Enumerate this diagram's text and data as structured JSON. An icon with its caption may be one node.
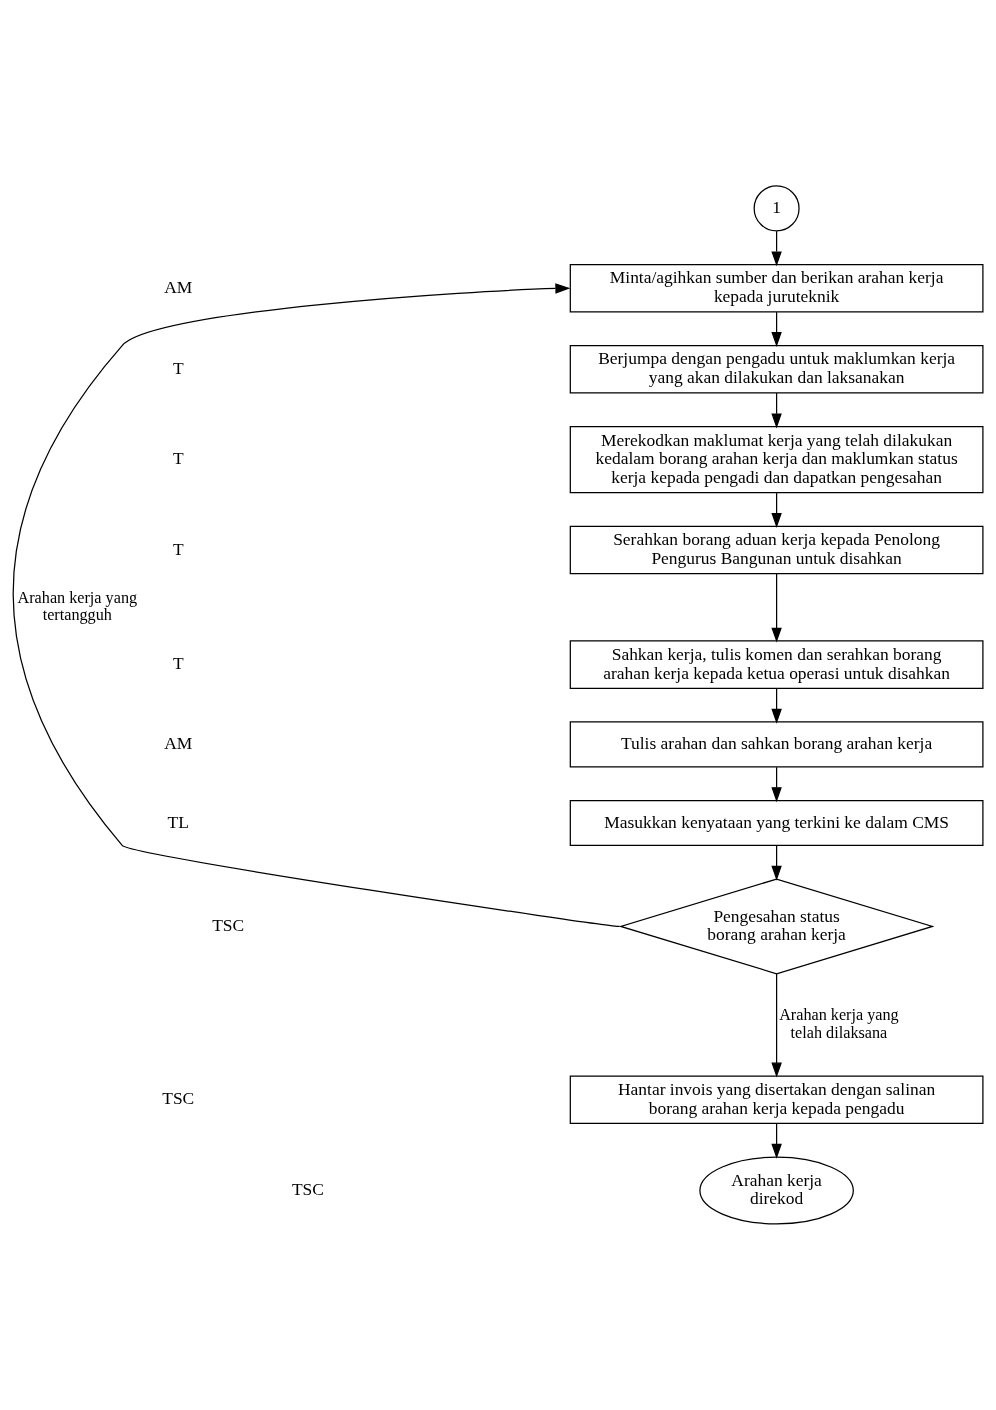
{
  "diagram": {
    "nodes": [
      {
        "text": [
          "1"
        ]
      },
      {
        "text": [
          "Minta/agihkan sumber dan berikan arahan kerja kepada juruteknik"
        ]
      },
      {
        "text": [
          "Berjumpa dengan pengadu untuk maklumkan kerja yang akan dilakukan dan laksanakan"
        ]
      },
      {
        "text": [
          "Merekodkan maklumat kerja yang telah dilakukan kedalam borang arahan kerja dan maklumkan status kerja kepada pengadi dan dapatkan pengesahan"
        ]
      },
      {
        "text": [
          "Serahkan borang aduan kerja kepada Penolong Pengurus Bangunan untuk disahkan"
        ]
      },
      {
        "text": [
          "Sahkan kerja, tulis komen dan serahkan borang arahan kerja kepada ketua operasi untuk disahkan"
        ]
      },
      {
        "text": [
          "Tulis arahan dan sahkan borang arahan kerja"
        ]
      },
      {
        "text": [
          "Masukkan kenyataan yang terkini ke dalam CMS"
        ]
      },
      {
        "text": [
          "Pengesahan status borang arahan kerja"
        ]
      },
      {
        "text": [
          "Hantar invois yang disertakan dengan salinan borang arahan kerja kepada pengadu"
        ]
      },
      {
        "text": [
          "Arahan kerja direkod"
        ]
      }
    ],
    "labels": [
      "AM",
      "T",
      "T",
      "T",
      "T",
      "AM",
      "TL",
      "TSC",
      "TSC",
      "TSC"
    ],
    "edges": [
      {
        "from": 0,
        "to": 1,
        "arrow": "to"
      },
      {
        "from": 1,
        "to": 2,
        "arrow": "to"
      },
      {
        "from": 2,
        "to": 3,
        "arrow": "to"
      },
      {
        "from": 3,
        "to": 4,
        "arrow": "to"
      },
      {
        "from": 4,
        "to": 5,
        "arrow": "to"
      },
      {
        "from": 5,
        "to": 6,
        "arrow": "to"
      },
      {
        "from": 6,
        "to": 7,
        "arrow": "to"
      },
      {
        "from": 7,
        "to": 8,
        "arrow": "to"
      },
      {
        "from": 8,
        "to": 1,
        "arrow": "to",
        "label": "Arahan kerja yang tertangguh"
      },
      {
        "from": 8,
        "to": 9,
        "arrow": "to",
        "label": "Arahan kerja yang telah dilaksana"
      },
      {
        "from": 9,
        "to": 10,
        "arrow": "to"
      }
    ]
  }
}
